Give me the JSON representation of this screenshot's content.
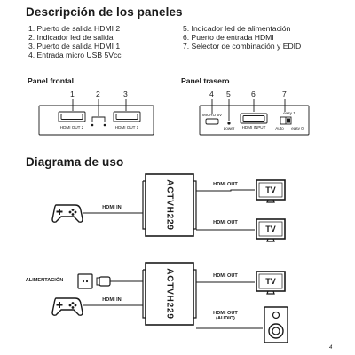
{
  "heading_panels": "Descripción de los paneles",
  "left_items": [
    "1.  Puerto de salida HDMI 2",
    "2.  Indicador led de salida",
    "3.  Puerto de salida HDMI 1",
    "4.  Entrada micro USB 5Vcc"
  ],
  "right_items": [
    "5.  Indicador led de alimentación",
    "6.  Puerto de entrada HDMI",
    "7.  Selector de combinación y EDID"
  ],
  "front_panel": {
    "title": "Panel frontal",
    "numbers": [
      "1",
      "2",
      "3"
    ],
    "port1": "HDMI OUT 2",
    "port2": "HDMI OUT 1"
  },
  "rear_panel": {
    "title": "Panel trasero",
    "numbers": [
      "4",
      "5",
      "6",
      "7"
    ],
    "micro_label": "MICRO 5V",
    "power_label": "power",
    "hdmi_label": "HDMI INPUT",
    "switch_top": "easy 1",
    "switch_bottom_left": "Auto",
    "switch_bottom_right": "easy 0"
  },
  "heading_usage": "Diagrama de uso",
  "diagram1": {
    "device": "ACTVH229",
    "in_label": "HDMI IN",
    "out_top": "HDMI OUT",
    "out_bottom": "HDMI OUT",
    "tv_top": "TV",
    "tv_bottom": "TV"
  },
  "diagram2": {
    "device": "ACTVH229",
    "power_label": "ALIMENTACIÓN",
    "in_label": "HDMI IN",
    "out_top": "HDMI OUT",
    "out_bottom_line1": "HDMI OUT",
    "out_bottom_line2": "(AUDIO)",
    "tv_top": "TV"
  },
  "page_number": "4",
  "colors": {
    "ink": "#1a1a1a",
    "device_fill": "#ffffff"
  }
}
